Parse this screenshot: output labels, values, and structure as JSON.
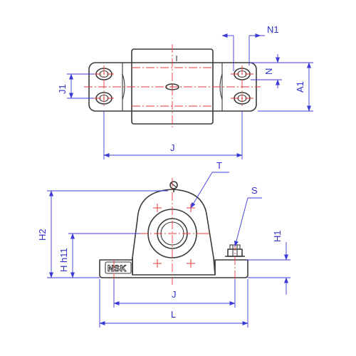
{
  "diagram": {
    "brand_mark": "NSK",
    "top_view_labels": {
      "n1": "N1",
      "n": "N",
      "a1": "A1",
      "j1": "J1",
      "j": "J"
    },
    "front_view_labels": {
      "t": "T",
      "s": "S",
      "h2": "H2",
      "h": "H h11",
      "h1": "H1",
      "j": "J",
      "l": "L"
    }
  }
}
